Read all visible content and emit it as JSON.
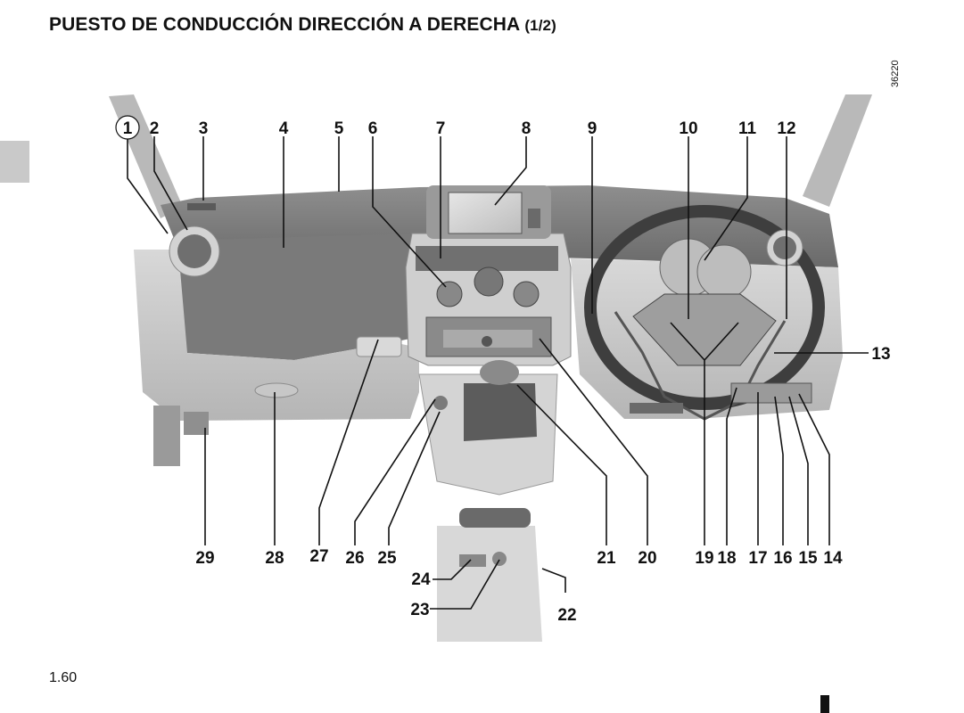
{
  "header": {
    "title": "PUESTO DE CONDUCCIÓN DIRECCIÓN A DERECHA",
    "page_fraction": "(1/2)"
  },
  "figure": {
    "reference_code": "36220",
    "callouts": [
      "1",
      "2",
      "3",
      "4",
      "5",
      "6",
      "7",
      "8",
      "9",
      "10",
      "11",
      "12",
      "13",
      "14",
      "15",
      "16",
      "17",
      "18",
      "19",
      "20",
      "21",
      "22",
      "23",
      "24",
      "25",
      "26",
      "27",
      "28",
      "29"
    ]
  },
  "footer": {
    "page_number": "1.60"
  }
}
